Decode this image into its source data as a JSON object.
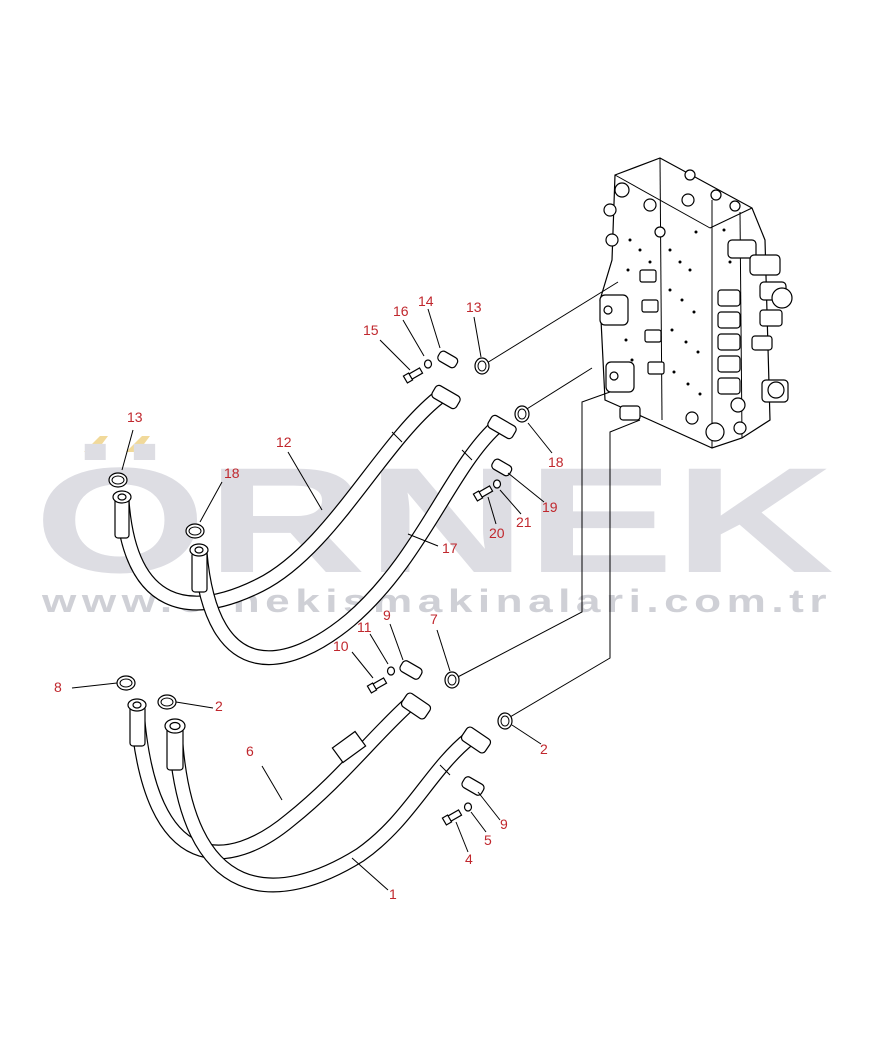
{
  "watermark": {
    "brand": "ÖRNEK",
    "url": "www.ornekismakinalari.com.tr",
    "accent_color": "#f1d99a",
    "text_color": "#dddde3"
  },
  "callouts": [
    {
      "id": "c13a",
      "label": "13"
    },
    {
      "id": "c16",
      "label": "16"
    },
    {
      "id": "c14",
      "label": "14"
    },
    {
      "id": "c15",
      "label": "15"
    },
    {
      "id": "c13b",
      "label": "13"
    },
    {
      "id": "c12",
      "label": "12"
    },
    {
      "id": "c18a",
      "label": "18"
    },
    {
      "id": "c18b",
      "label": "18"
    },
    {
      "id": "c17",
      "label": "17"
    },
    {
      "id": "c19",
      "label": "19"
    },
    {
      "id": "c21",
      "label": "21"
    },
    {
      "id": "c20",
      "label": "20"
    },
    {
      "id": "c10",
      "label": "10"
    },
    {
      "id": "c11",
      "label": "11"
    },
    {
      "id": "c9a",
      "label": "9"
    },
    {
      "id": "c7",
      "label": "7"
    },
    {
      "id": "c8",
      "label": "8"
    },
    {
      "id": "c2a",
      "label": "2"
    },
    {
      "id": "c6",
      "label": "6"
    },
    {
      "id": "c2b",
      "label": "2"
    },
    {
      "id": "c9b",
      "label": "9"
    },
    {
      "id": "c5",
      "label": "5"
    },
    {
      "id": "c4",
      "label": "4"
    },
    {
      "id": "c1",
      "label": "1"
    }
  ]
}
